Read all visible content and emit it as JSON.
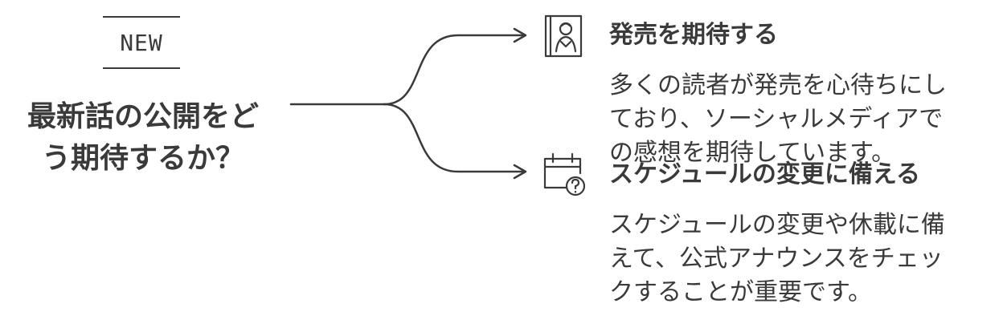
{
  "badge": {
    "text": "NEW"
  },
  "question": {
    "line1": "最新話の公開をど",
    "line2": "う期待するか？"
  },
  "branches": [
    {
      "icon": "framed-portrait-icon",
      "title": "発売を期待する",
      "desc_lines": [
        "多くの読者が発売を心待ちにし",
        "ており、ソーシャルメディアで",
        "の感想を期待しています。"
      ]
    },
    {
      "icon": "calendar-question-icon",
      "title": "スケジュールの変更に備える",
      "desc_lines": [
        "スケジュールの変更や休載に備",
        "えて、公式アナウンスをチェッ",
        "クすることが重要です。"
      ]
    }
  ],
  "colors": {
    "ink": "#3a3a3a",
    "background": "#ffffff"
  }
}
